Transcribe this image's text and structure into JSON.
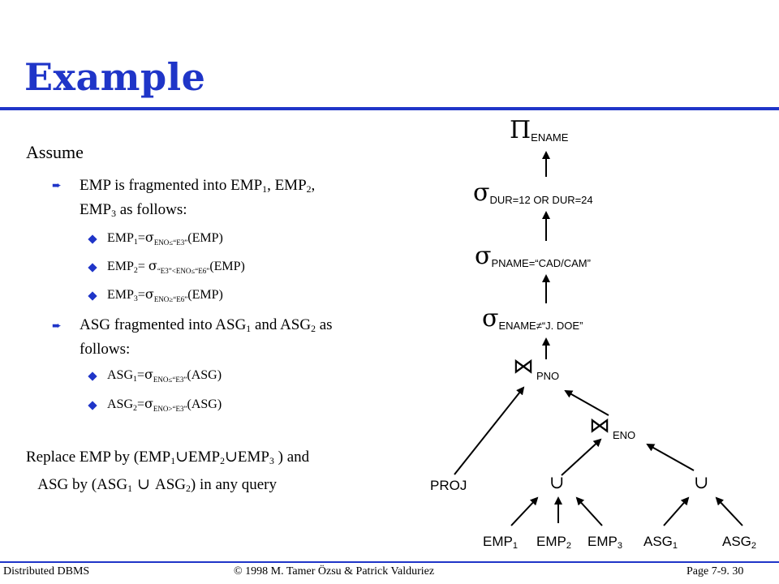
{
  "title": "Example",
  "left": {
    "assume": "Assume",
    "b1": {
      "p1": "EMP is fragmented into EMP",
      "s1": "1",
      "p2": ", EMP",
      "s2": "2",
      "p3": ",",
      "p4": "EMP",
      "s3": "3",
      "p5": " as follows:"
    },
    "emp1": {
      "name": "EMP",
      "idx": "1",
      "eq": "=",
      "sigma": "σ",
      "cond": "ENO≤“E3”",
      "arg": "(EMP)"
    },
    "emp2": {
      "name": "EMP",
      "idx": "2",
      "eq": "= ",
      "sigma": "σ",
      "cond": "“E3”<ENO≤“E6”",
      "arg": "(EMP)"
    },
    "emp3": {
      "name": "EMP",
      "idx": "3",
      "eq": "=",
      "sigma": "σ",
      "cond": "ENO≥“E6”",
      "arg": "(EMP)"
    },
    "b2": {
      "p1": "ASG fragmented into ASG",
      "s1": "1",
      "p2": " and ASG",
      "s2": "2",
      "p3": " as",
      "p4": "follows:"
    },
    "asg1": {
      "name": "ASG",
      "idx": "1",
      "eq": "=",
      "sigma": "σ",
      "cond": "ENO≤“E3”",
      "arg": "(ASG)"
    },
    "asg2": {
      "name": "ASG",
      "idx": "2",
      "eq": "=",
      "sigma": "σ",
      "cond": "ENO>“E3”",
      "arg": "(ASG)"
    },
    "replace": {
      "a": "Replace EMP by (EMP",
      "i1": "1",
      "u1": "∪",
      "b": "EMP",
      "i2": "2",
      "u2": "∪",
      "c": "EMP",
      "i3": "3",
      "d": " )  and",
      "e": "ASG by (ASG",
      "i4": "1",
      "u3": " ∪ ",
      "f": "ASG",
      "i5": "2",
      "g": ") in any query"
    }
  },
  "tree": {
    "pi": "Π",
    "pi_sub": "ENAME",
    "sigma": "σ",
    "sel1": "DUR=12  OR  DUR=24",
    "sel2": "PNAME=“CAD/CAM”",
    "sel3": "ENAME≠“J.  DOE”",
    "join_symbol": "⋈",
    "join1": "PNO",
    "join2": "ENO",
    "union": "∪",
    "proj": "PROJ",
    "leaves": [
      {
        "name": "EMP",
        "idx": "1"
      },
      {
        "name": "EMP",
        "idx": "2"
      },
      {
        "name": "EMP",
        "idx": "3"
      },
      {
        "name": "ASG",
        "idx": "1"
      },
      {
        "name": "ASG",
        "idx": "2"
      }
    ]
  },
  "footer": {
    "left": "Distributed DBMS",
    "center": "© 1998 M. Tamer Özsu & Patrick Valduriez",
    "right": "Page 7-9. 30"
  },
  "colors": {
    "accent": "#1f35c8",
    "text": "#000000"
  },
  "icons": {
    "bullet_level2": "pointing-arrow-icon",
    "bullet_level3": "diamond-icon"
  }
}
